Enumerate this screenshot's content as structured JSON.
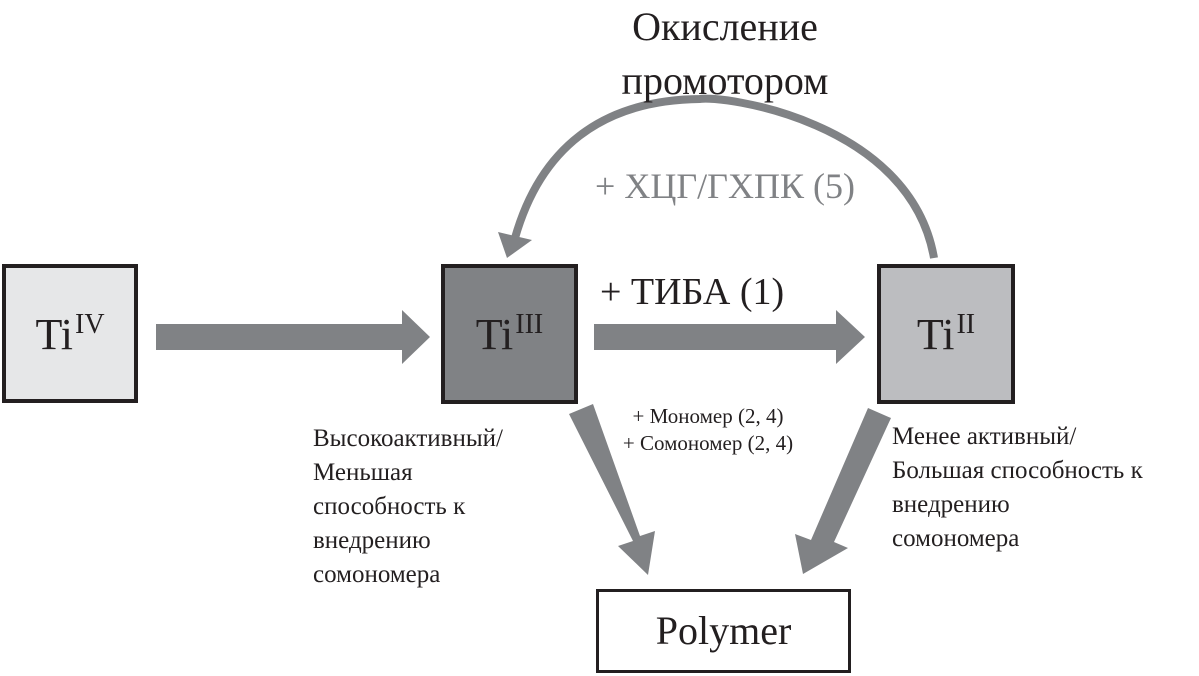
{
  "diagram": {
    "top_label": {
      "line1": "Окисление",
      "line2": "промотором"
    },
    "oxidation_reagent": "+ ХЦГ/ГХПК (5)",
    "reduction_reagent": "+ ТИБА (1)",
    "polymerization_reagents": {
      "line1": "+ Мономер (2, 4)",
      "line2": "+ Сомономер (2, 4)"
    },
    "nodes": [
      {
        "id": "ti4",
        "base": "Ti",
        "oxidation_state": "IV",
        "fill": "#e6e7e8"
      },
      {
        "id": "ti3",
        "base": "Ti",
        "oxidation_state": "III",
        "fill": "#808285"
      },
      {
        "id": "ti2",
        "base": "Ti",
        "oxidation_state": "II",
        "fill": "#bcbdc0"
      },
      {
        "id": "polymer",
        "label": "Polymer",
        "fill": "#ffffff"
      }
    ],
    "descriptions": {
      "ti3": [
        "Высокоактивный/",
        "Меньшая",
        "способность к",
        "внедрению",
        "сомономера"
      ],
      "ti2": [
        "Менее активный/",
        "Большая способность к",
        "внедрению",
        "сомономера"
      ]
    },
    "edges": [
      {
        "from": "ti4",
        "to": "ti3"
      },
      {
        "from": "ti3",
        "to": "ti2",
        "label": "+ ТИБА (1)"
      },
      {
        "from": "ti2",
        "to": "ti3",
        "label": "+ ХЦГ/ГХПК (5)",
        "curved": true
      },
      {
        "from": "ti3",
        "to": "polymer"
      },
      {
        "from": "ti2",
        "to": "polymer"
      }
    ],
    "colors": {
      "arrow": "#808285",
      "border": "#231f20",
      "text": "#231f20",
      "muted_text": "#808285"
    }
  }
}
